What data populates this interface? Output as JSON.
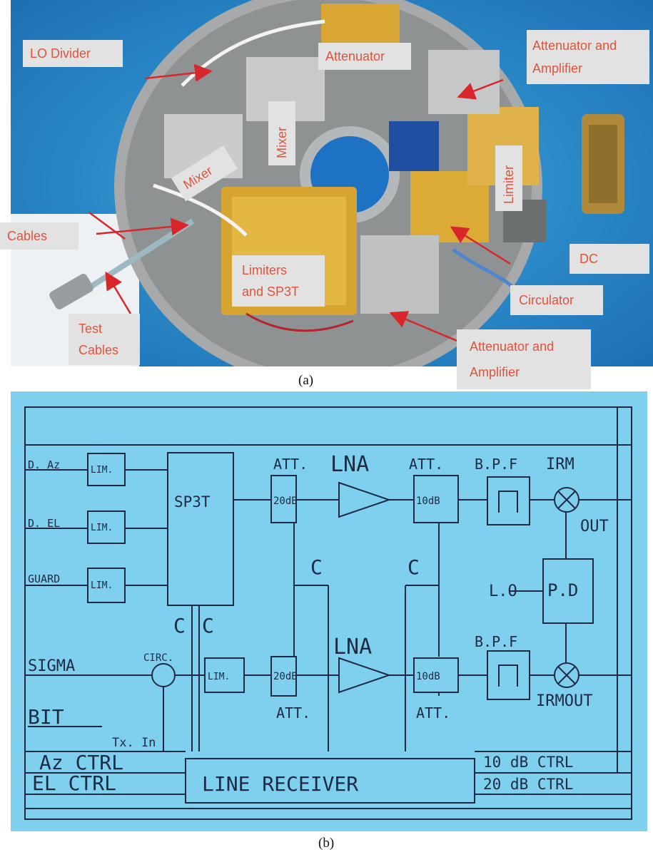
{
  "photo": {
    "caption": "(a)",
    "labels": {
      "lo_divider": "LO Divider",
      "attenuator": "Attenuator",
      "att_amp_top_1": "Attenuator and",
      "att_amp_top_2": "Amplifier",
      "mixer_left": "Mixer",
      "mixer_mid": "Mixer",
      "limiter": "Limiter",
      "cables": "Cables",
      "limiters_sp3t_1": "Limiters",
      "limiters_sp3t_2": "and SP3T",
      "dc": "DC",
      "test_cables_1": "Test",
      "test_cables_2": "Cables",
      "circulator": "Circulator",
      "att_amp_bottom_1": "Attenuator and",
      "att_amp_bottom_2": "Amplifier"
    },
    "colors": {
      "label_text": "#e0533a",
      "label_bg": "#e2e2e2",
      "arrow": "#d9262b",
      "background": "#2a8ec8"
    }
  },
  "schematic": {
    "caption": "(b)",
    "colors": {
      "background": "#7fd0ee",
      "line": "#1e2a44"
    },
    "inputs": {
      "d_az": "D. Az",
      "d_el": "D. EL",
      "guard": "GUARD",
      "sigma": "SIGMA",
      "bit": "BIT"
    },
    "lim": "LIM.",
    "sp3t": "SP3T",
    "circ": "CIRC.",
    "tx_in": "Tx. In",
    "c": "C",
    "att": "ATT.",
    "lna": "LNA",
    "att_20db": "20dB",
    "att_10db": "10dB",
    "bpf": "B.P.F",
    "irm": "IRM",
    "out": "OUT",
    "lo": "L.O",
    "pd": "P.D",
    "irmout": "IRMOUT",
    "az_ctrl": "Az CTRL",
    "el_ctrl": "EL CTRL",
    "line_receiver": "LINE RECEIVER",
    "ctrl_10db": "10 dB CTRL",
    "ctrl_20db": "20 dB CTRL"
  }
}
